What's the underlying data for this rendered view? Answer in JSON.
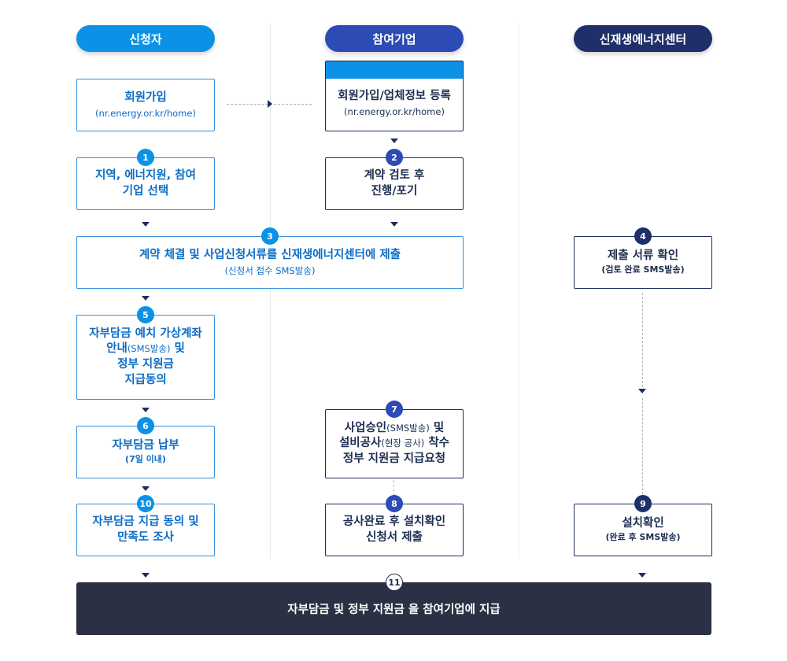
{
  "lanes": {
    "applicant": "신청자",
    "company": "참여기업",
    "center": "신재생에너지센터"
  },
  "colors": {
    "applicant_header": "#0b92e6",
    "company_header": "#2c4bb4",
    "center_header": "#1e2f69",
    "final_bar": "#2b3044"
  },
  "steps": {
    "signup": {
      "title": "회원가입",
      "sub": "(nr.energy.or.kr/home)"
    },
    "company_signup": {
      "title": "회원가입/업체정보 등록",
      "sub": "(nr.energy.or.kr/home)"
    },
    "s1": {
      "num": "1",
      "line1": "지역, 에너지원, 참여",
      "line2": "기업 선택"
    },
    "s2": {
      "num": "2",
      "line1": "계약 검토 후",
      "line2": "진행/포기"
    },
    "s3": {
      "num": "3",
      "title": "계약 체결 및 사업신청서류를 신재생에너지센터에 제출",
      "sub": "(신청서 접수 SMS발송)"
    },
    "s4": {
      "num": "4",
      "title": "제출 서류 확인",
      "sub": "(검토 완료 SMS발송)"
    },
    "s5": {
      "num": "5",
      "line1": "자부담금 예치 가상계좌",
      "line2a": "안내",
      "line2b": "(SMS발송)",
      "line2c": " 및",
      "line3": "정부 지원금",
      "line4": "지급동의"
    },
    "s6": {
      "num": "6",
      "title": "자부담금 납부",
      "sub": "(7일 이내)"
    },
    "s7": {
      "num": "7",
      "line1a": "사업승인",
      "line1b": "(SMS발송)",
      "line1c": " 및",
      "line2a": "설비공사",
      "line2b": "(현장 공사)",
      "line2c": " 착수",
      "line3": "정부 지원금 지급요청"
    },
    "s8": {
      "num": "8",
      "line1": "공사완료 후 설치확인",
      "line2": "신청서 제출"
    },
    "s9": {
      "num": "9",
      "title": "설치확인",
      "sub": "(완료 후 SMS발송)"
    },
    "s10": {
      "num": "10",
      "line1": "자부담금 지급 동의 및",
      "line2": "만족도 조사"
    },
    "s11": {
      "num": "11",
      "title": "자부담금 및 정부 지원금 을 참여기업에 지급"
    }
  }
}
